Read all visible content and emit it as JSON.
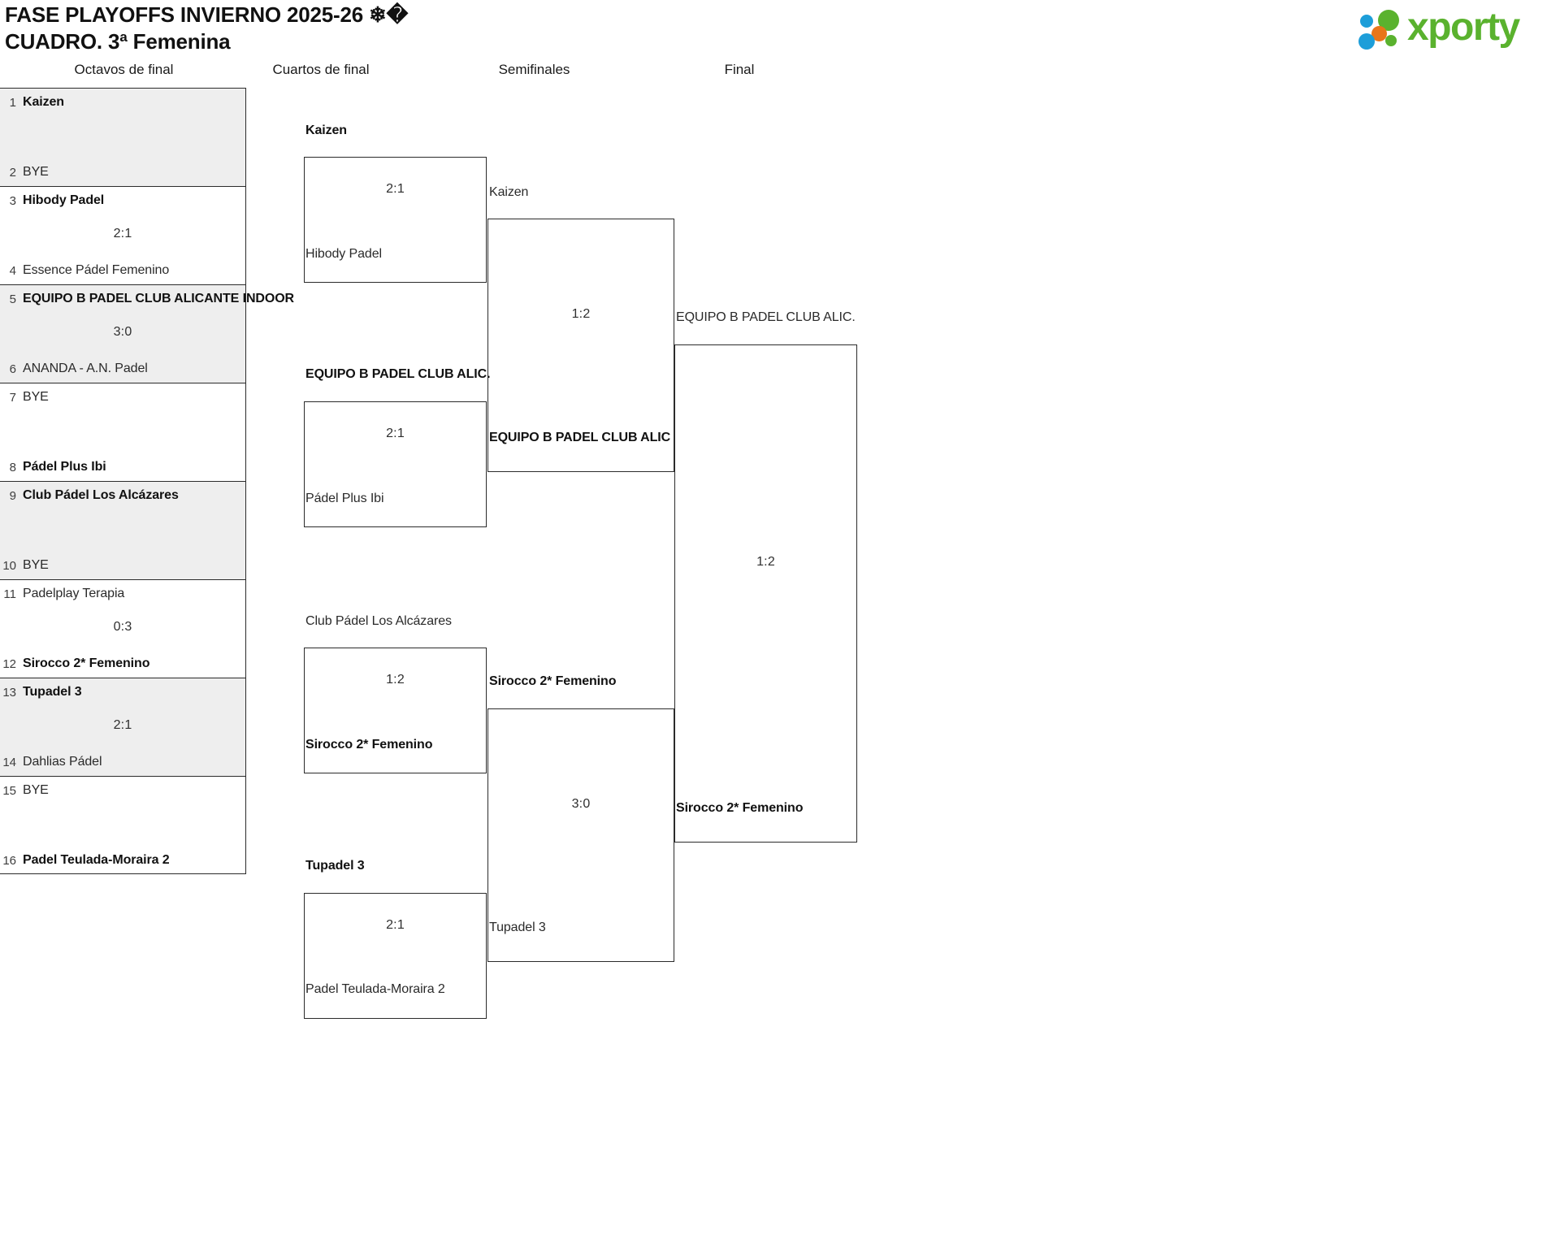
{
  "header": {
    "title_line1": "FASE PLAYOFFS INVIERNO 2025-26 ❄�",
    "title_line2": "CUADRO. 3ª Femenina",
    "title": "FASE PLAYOFFS INVIERNO 2025-26 ❄�\nCUADRO. 3ª Femenina",
    "logo_text": "xporty",
    "logo_colors": {
      "green": "#5ab22e",
      "blue": "#1d9ed9",
      "orange": "#e8761a"
    }
  },
  "rounds": [
    {
      "label": "Octavos de final"
    },
    {
      "label": "Cuartos de final"
    },
    {
      "label": "Semifinales"
    },
    {
      "label": "Final"
    }
  ],
  "round1": {
    "matches": [
      {
        "score": "",
        "top": {
          "seed": "1",
          "name": "Kaizen",
          "winner": true
        },
        "bottom": {
          "seed": "2",
          "name": "BYE",
          "winner": false
        }
      },
      {
        "score": "2:1",
        "top": {
          "seed": "3",
          "name": "Hibody Padel",
          "winner": true
        },
        "bottom": {
          "seed": "4",
          "name": "Essence Pádel Femenino",
          "winner": false
        }
      },
      {
        "score": "3:0",
        "top": {
          "seed": "5",
          "name": "EQUIPO B PADEL CLUB ALICANTE INDOOR",
          "winner": true
        },
        "bottom": {
          "seed": "6",
          "name": "ANANDA - A.N. Padel",
          "winner": false
        }
      },
      {
        "score": "",
        "top": {
          "seed": "7",
          "name": "BYE",
          "winner": false
        },
        "bottom": {
          "seed": "8",
          "name": "Pádel Plus Ibi",
          "winner": true
        }
      },
      {
        "score": "",
        "top": {
          "seed": "9",
          "name": "Club Pádel Los Alcázares",
          "winner": true
        },
        "bottom": {
          "seed": "10",
          "name": "BYE",
          "winner": false
        }
      },
      {
        "score": "0:3",
        "top": {
          "seed": "11",
          "name": "Padelplay Terapia",
          "winner": false
        },
        "bottom": {
          "seed": "12",
          "name": "Sirocco 2* Femenino",
          "winner": true
        }
      },
      {
        "score": "2:1",
        "top": {
          "seed": "13",
          "name": "Tupadel 3",
          "winner": true
        },
        "bottom": {
          "seed": "14",
          "name": "Dahlias Pádel",
          "winner": false
        }
      },
      {
        "score": "",
        "top": {
          "seed": "15",
          "name": "BYE",
          "winner": false
        },
        "bottom": {
          "seed": "16",
          "name": "Padel Teulada-Moraira 2",
          "winner": true
        }
      }
    ]
  },
  "quarterfinals": {
    "matches": [
      {
        "score": "2:1",
        "top": {
          "name": "Kaizen",
          "winner": true
        },
        "bottom": {
          "name": "Hibody Padel",
          "winner": false
        }
      },
      {
        "score": "2:1",
        "top": {
          "name": "EQUIPO B PADEL CLUB ALIC.",
          "winner": true
        },
        "bottom": {
          "name": "Pádel Plus Ibi",
          "winner": false
        }
      },
      {
        "score": "1:2",
        "top": {
          "name": "Club Pádel Los Alcázares",
          "winner": false
        },
        "bottom": {
          "name": "Sirocco 2* Femenino",
          "winner": true
        }
      },
      {
        "score": "2:1",
        "top": {
          "name": "Tupadel 3",
          "winner": true
        },
        "bottom": {
          "name": "Padel Teulada-Moraira 2",
          "winner": false
        }
      }
    ]
  },
  "semifinals": {
    "matches": [
      {
        "score": "1:2",
        "top": {
          "name": "Kaizen",
          "winner": false
        },
        "bottom": {
          "name": "EQUIPO B PADEL CLUB ALIC",
          "winner": true
        }
      },
      {
        "score": "3:0",
        "top": {
          "name": "Sirocco 2* Femenino",
          "winner": true
        },
        "bottom": {
          "name": "Tupadel 3",
          "winner": false
        }
      }
    ]
  },
  "final": {
    "matches": [
      {
        "score": "1:2",
        "top": {
          "name": "EQUIPO B PADEL CLUB ALIC.",
          "winner": false
        },
        "bottom": {
          "name": "Sirocco 2* Femenino",
          "winner": true
        }
      }
    ]
  }
}
